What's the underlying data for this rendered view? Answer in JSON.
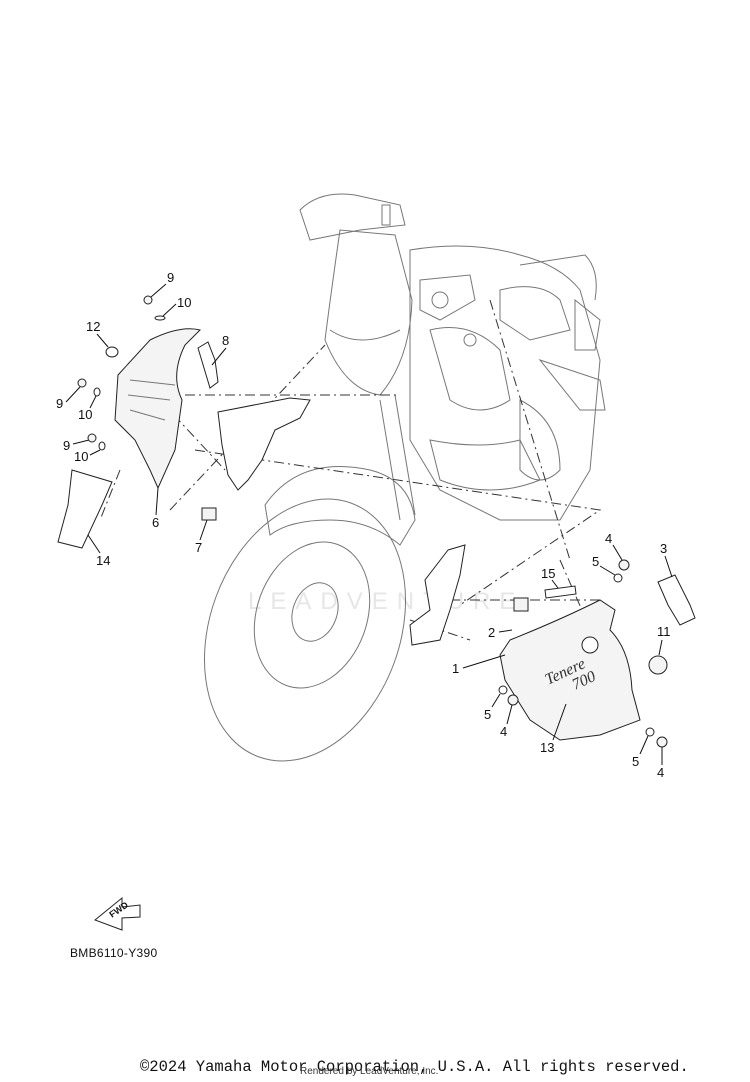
{
  "diagram": {
    "code": "BMB6110-Y390",
    "fwd_label": "FWD",
    "watermark": "LEADVENTURE",
    "copyright": "©2024 Yamaha Motor Corporation, U.S.A. All rights reserved.",
    "rendered_by": "Rendered by LeadVenture, Inc."
  },
  "callouts": [
    "1",
    "2",
    "3",
    "4",
    "4",
    "4",
    "5",
    "5",
    "5",
    "6",
    "7",
    "8",
    "9",
    "9",
    "9",
    "10",
    "10",
    "10",
    "11",
    "12",
    "13",
    "14",
    "15"
  ],
  "decal_text": [
    "Tenere",
    "700"
  ]
}
